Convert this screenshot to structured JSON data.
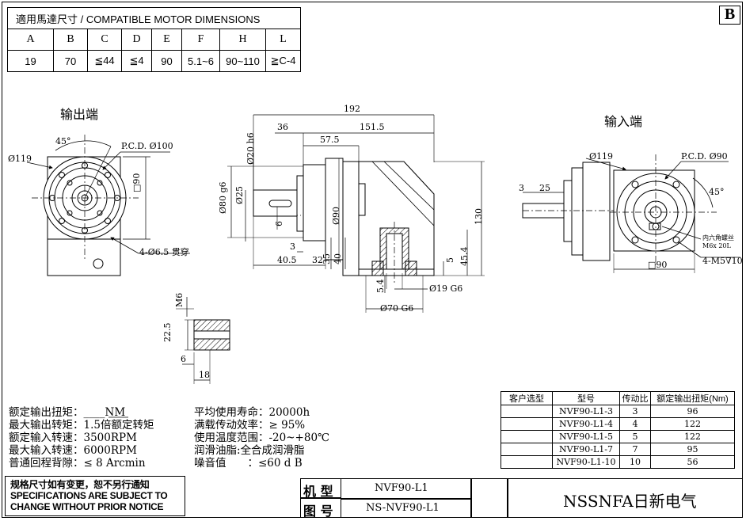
{
  "badge": "B",
  "dims_table": {
    "title": "適用馬達尺寸 / COMPATIBLE MOTOR DIMENSIONS",
    "headers": [
      "A",
      "B",
      "C",
      "D",
      "E",
      "F",
      "H",
      "L"
    ],
    "values": [
      "19",
      "70",
      "≦44",
      "≦4",
      "90",
      "5.1~6",
      "90~110",
      "≧C-4"
    ]
  },
  "views": {
    "output_end": "输出端",
    "input_end": "输入端"
  },
  "labels": {
    "o_45": "45°",
    "o_d119": "Ø119",
    "o_pcd": "P.C.D. Ø100",
    "o_sq90": "□90",
    "o_holes": "4-Ø6.5 贯穿",
    "s_192": "192",
    "s_36": "36",
    "s_1515": "151.5",
    "s_575": "57.5",
    "s_d20": "Ø20 h6",
    "s_d25": "Ø25",
    "s_d80": "Ø80 g6",
    "s_6": "6",
    "s_d90": "Ø90",
    "s_130": "130",
    "s_3": "3",
    "s_405": "40.5",
    "s_32": "32",
    "s_35": "35",
    "s_40": "40",
    "s_5": "5",
    "s_454": "45.4",
    "s_54": "5.4",
    "s_d19": "Ø19 G6",
    "s_d70": "Ø70 G6",
    "k_m6": "M6",
    "k_225": "22.5",
    "k_6": "6",
    "k_18": "18",
    "i_d119": "Ø119",
    "i_pcd": "P.C.D. Ø90",
    "i_3": "3",
    "i_25": "25",
    "i_45": "45°",
    "i_hex": "内六角螺丝",
    "i_hex2": "M6x 20L",
    "i_m5": "4-M5∇10",
    "i_sq90": "□90"
  },
  "specs": {
    "left": [
      {
        "k": "额定输出扭矩",
        "v": "____NM"
      },
      {
        "k": "最大输出转矩",
        "v": "1.5倍额定转矩"
      },
      {
        "k": "额定输入转速",
        "v": "3500RPM"
      },
      {
        "k": "最大输入转速",
        "v": "6000RPM"
      },
      {
        "k": "普通回程背隙",
        "v": "≤ 8 Arcmin"
      }
    ],
    "right": [
      {
        "k": "平均使用寿命",
        "v": "20000h"
      },
      {
        "k": "满载传动效率",
        "v": "≥  95%"
      },
      {
        "k": "使用温度范围",
        "v": "-20~+80℃"
      },
      {
        "k": "润滑油脂:",
        "v": "全合成润滑脂"
      },
      {
        "k": "噪音值",
        "v": "≤60 d B"
      }
    ]
  },
  "model_table": {
    "headers": [
      "客户选型",
      "型号",
      "传动比",
      "额定输出扭矩(Nm)"
    ],
    "rows": [
      [
        "",
        "NVF90-L1-3",
        "3",
        "96"
      ],
      [
        "",
        "NVF90-L1-4",
        "4",
        "122"
      ],
      [
        "",
        "NVF90-L1-5",
        "5",
        "122"
      ],
      [
        "",
        "NVF90-L1-7",
        "7",
        "95"
      ],
      [
        "",
        "NVF90-L1-10",
        "10",
        "56"
      ]
    ]
  },
  "notice": {
    "line1": "规格尺寸如有变更，恕不另行通知",
    "line2": "SPECIFICATIONS ARE SUBJECT TO",
    "line3": "CHANGE WITHOUT PRIOR NOTICE"
  },
  "title_block": {
    "model_label": "机 型",
    "model_value": "NVF90-L1",
    "drawing_label": "图 号",
    "drawing_value": "NS-NVF90-L1",
    "company": "NSSNFA日新电气"
  }
}
